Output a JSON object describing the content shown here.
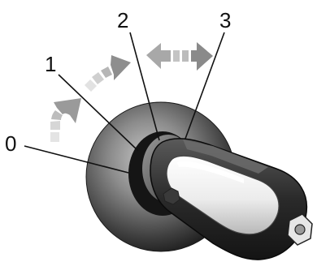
{
  "figure": {
    "position_labels": [
      {
        "id": "pos-0",
        "text": "0"
      },
      {
        "id": "pos-1",
        "text": "1"
      },
      {
        "id": "pos-2",
        "text": "2"
      },
      {
        "id": "pos-3",
        "text": "3"
      }
    ],
    "parts": {
      "knob": "ignition-switch-knob",
      "key_head": "ignition-key-head"
    },
    "colors": {
      "label": "#111111",
      "arrow_dark": "#8a8a8a",
      "arrow_light": "#d0d0d0",
      "knob_dark": "#2a2a2a",
      "key_grip": "#f2f2f2"
    }
  }
}
